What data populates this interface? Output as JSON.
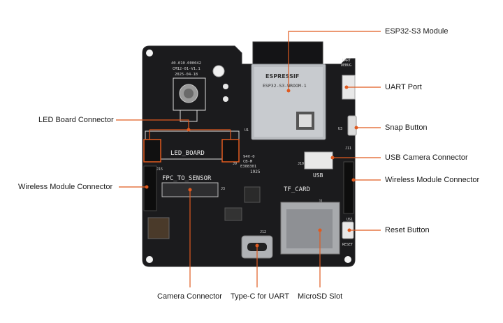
{
  "callouts": {
    "esp32": "ESP32-S3 Module",
    "uart_port": "UART Port",
    "snap_button": "Snap Button",
    "usb_camera": "USB Camera Connector",
    "wireless_right": "Wireless Module Connector",
    "reset_button": "Reset Button",
    "led_board": "LED Board Connector",
    "wireless_left": "Wireless Module Connector",
    "camera_connector": "Camera Connector",
    "typec": "Type-C for UART",
    "microsd": "MicroSD Slot"
  },
  "silkscreen": {
    "board_id": "40.010.000042",
    "board_rev": "CM12-01-V1.1",
    "board_date": "2025-04-18",
    "led_board": "LED_BOARD",
    "fpc_to_sensor": "FPC_TO_SENSOR",
    "tf_card": "TF_CARD",
    "usb": "USB",
    "uart_debug_1": "UART",
    "uart_debug_2": "DEBUG",
    "reset": "RESET",
    "module_brand": "ESPRESSIF",
    "module_name": "ESP32-S3-WROOM-1",
    "cert_1": "94V-0",
    "cert_2": "CB-M",
    "cert_3": "E308301",
    "lot": "1925",
    "ref_u1": "U1",
    "ref_u3": "U3",
    "ref_j1": "J1",
    "ref_j3": "J3",
    "ref_j9": "J9",
    "ref_j10": "J10",
    "ref_j11": "J11",
    "ref_j12": "J12",
    "ref_j15": "J15",
    "ref_us1": "US1"
  },
  "colors": {
    "board": "#1b1b1d",
    "accent": "#e05a1f",
    "text": "#1a1a1a"
  }
}
